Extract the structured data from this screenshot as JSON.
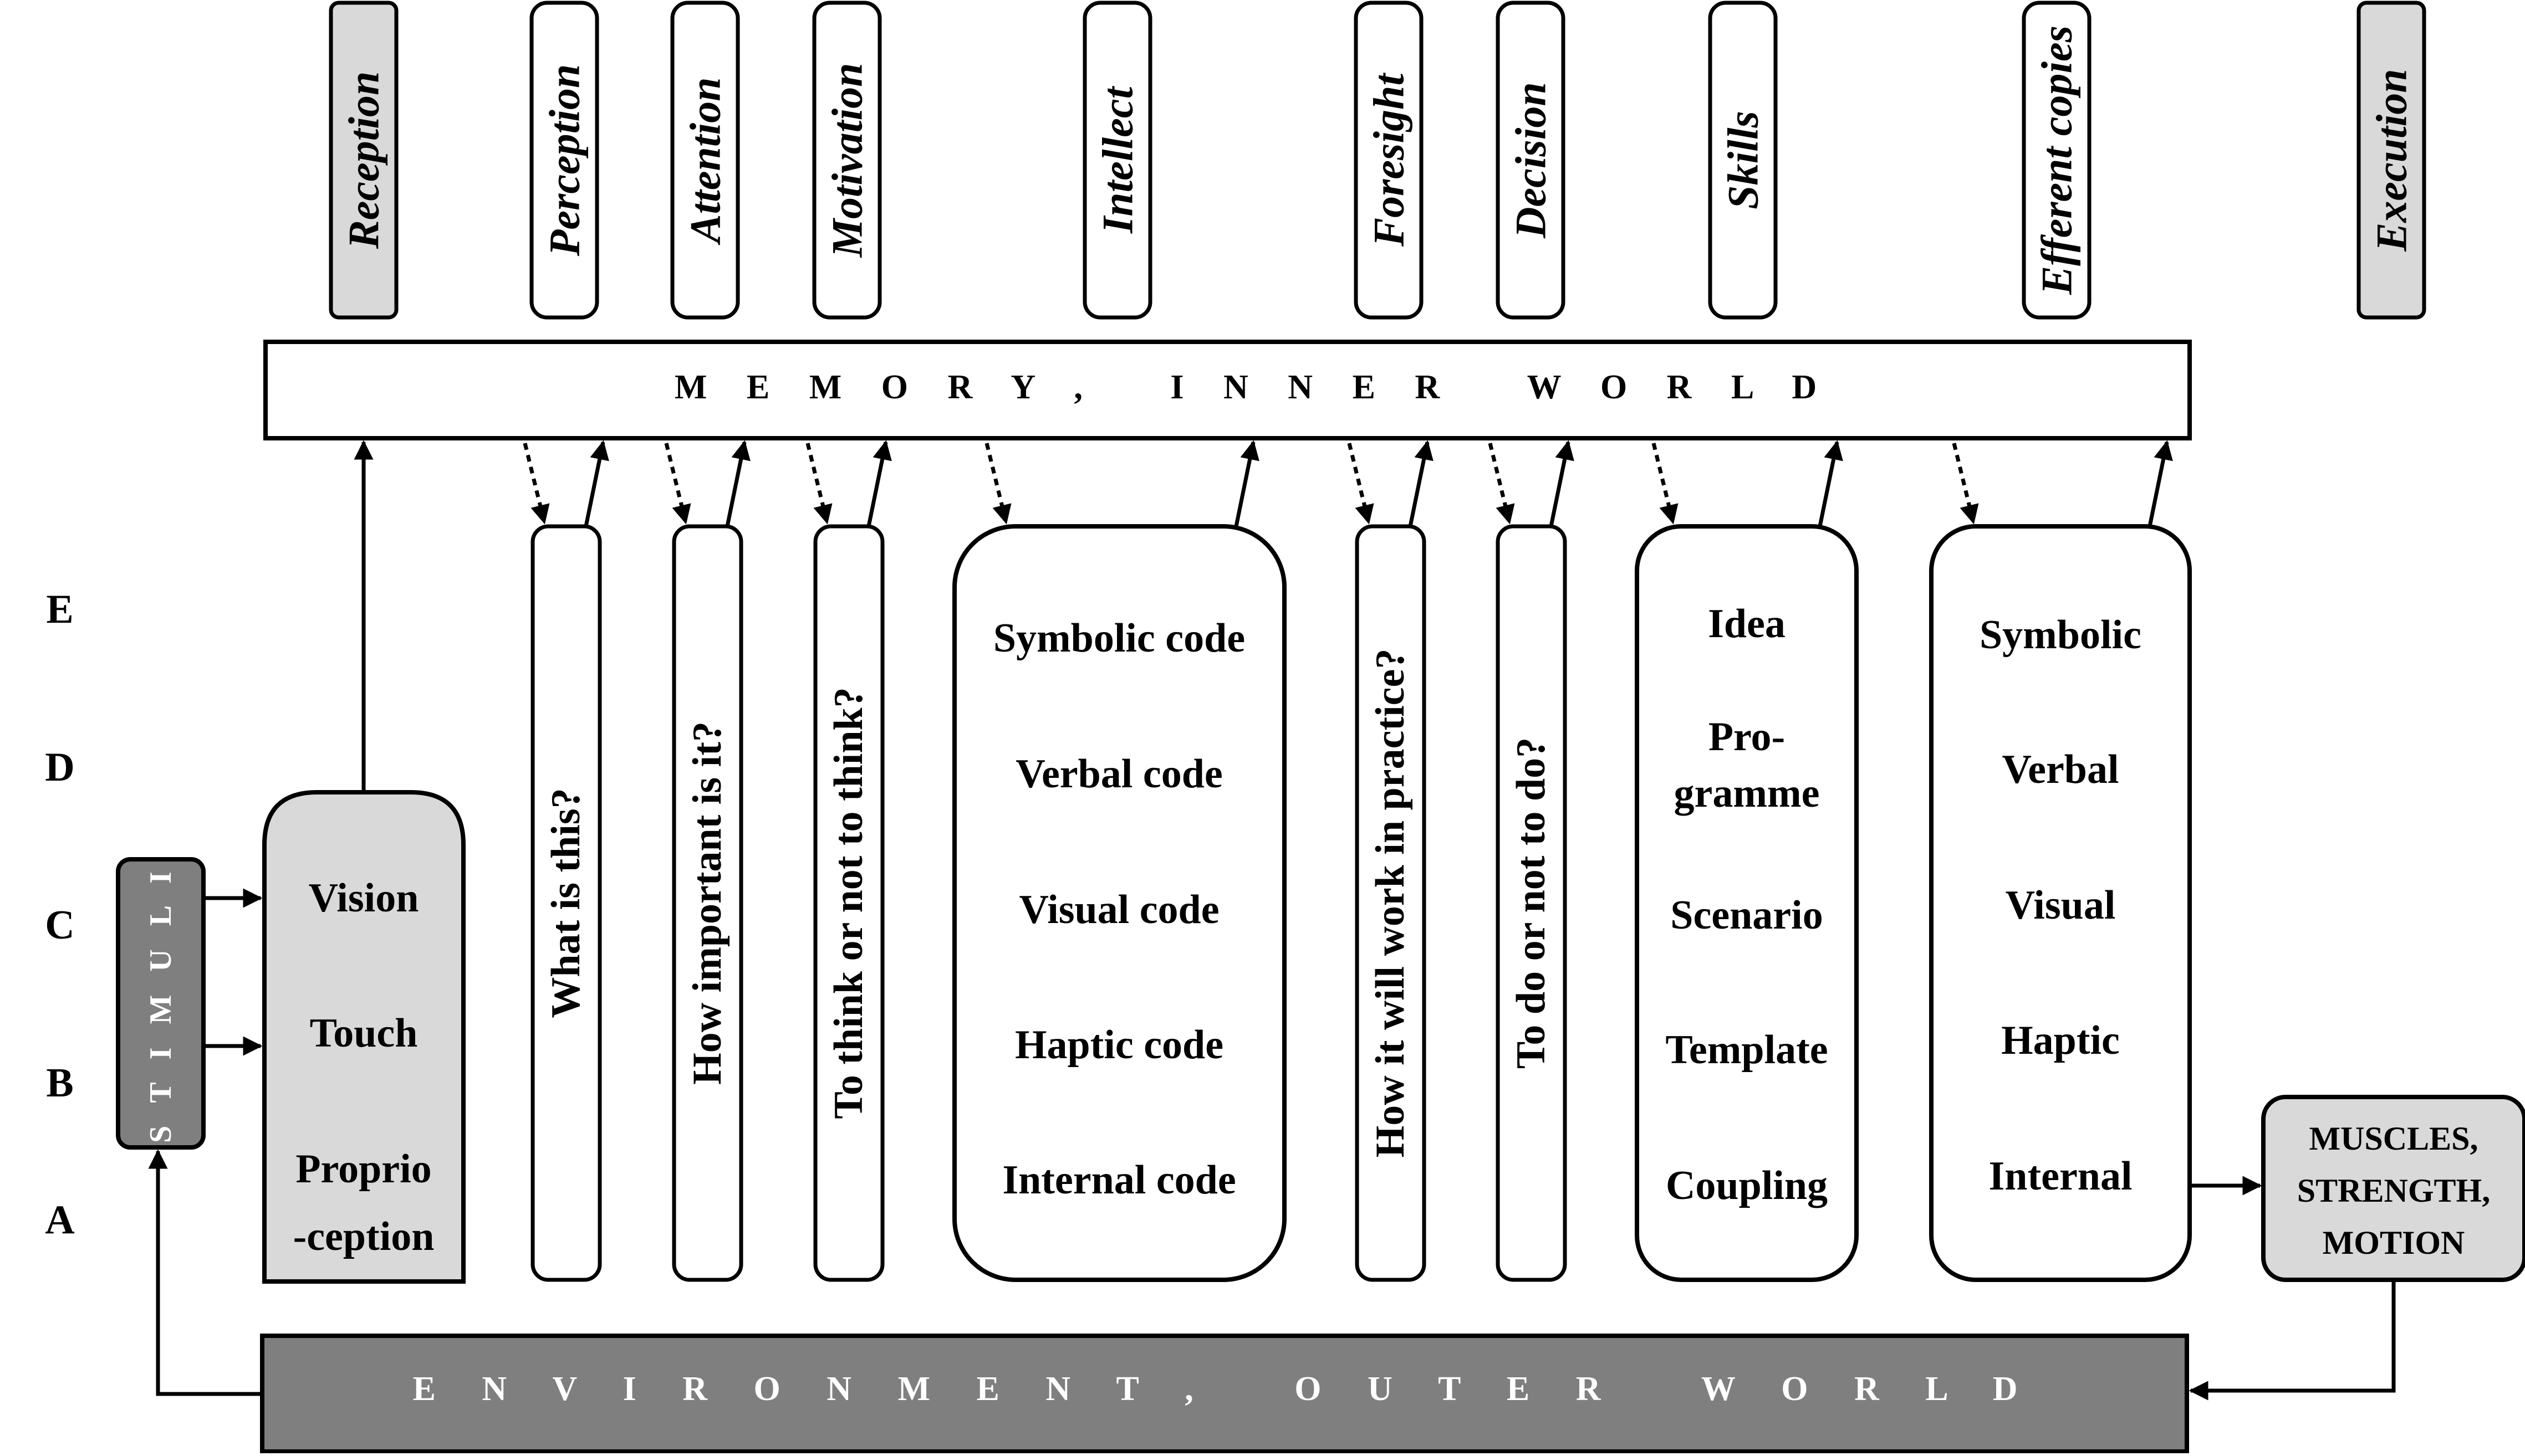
{
  "colors": {
    "line": "#000000",
    "light_fill": "#d9d9d9",
    "dark_fill": "#7f7f7f",
    "white": "#ffffff"
  },
  "top_labels": [
    "Reception",
    "Perception",
    "Attention",
    "Motivation",
    "Intellect",
    "Foresight",
    "Decision",
    "Skills",
    "Efferent copies",
    "Execution"
  ],
  "memory": "M E M O R Y ,   I N N E R   W O R L D",
  "environment": "E N V I R O N M E N T ,   O U T E R   W O R L D",
  "levels": [
    "E",
    "D",
    "C",
    "B",
    "A"
  ],
  "stimuli": "S T I M U L I",
  "reception_items": [
    "Vision",
    "Touch",
    "Proprio",
    "-ception"
  ],
  "questions": [
    "What is this?",
    "How important is it?",
    "To think or not to think?",
    "How it will work in practice?",
    "To do or not to do?"
  ],
  "intellect_codes": [
    "Symbolic code",
    "Verbal code",
    "Visual code",
    "Haptic code",
    "Internal code"
  ],
  "skills_items": [
    "Idea",
    "Pro-",
    "gramme",
    "Scenario",
    "Template",
    "Coupling"
  ],
  "efferent_items": [
    "Symbolic",
    "Verbal",
    "Visual",
    "Haptic",
    "Internal"
  ],
  "execution_items": [
    "MUSCLES,",
    "STRENGTH,",
    "MOTION"
  ]
}
